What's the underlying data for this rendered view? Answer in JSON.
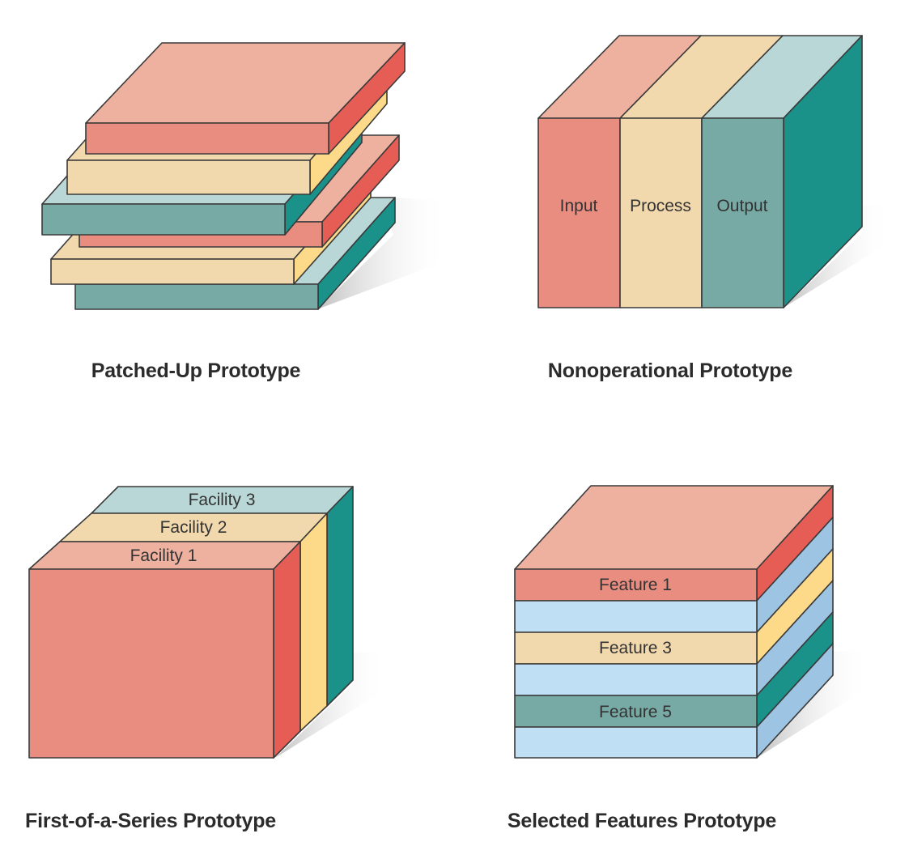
{
  "colors": {
    "coral_front": "#e98d80",
    "coral_top": "#eeb09f",
    "coral_side": "#e55d55",
    "yellow_front": "#f2d9ad",
    "yellow_side": "#fdd98a",
    "teal_front": "#78aaa5",
    "teal_top": "#b8d7d6",
    "teal_side": "#1a9189",
    "blue_front": "#bfdff4",
    "blue_side": "#9dc4e2",
    "shadow": "#d6d6d6",
    "edge": "#3a3a3a"
  },
  "panels": {
    "patched_up": {
      "caption": "Patched-Up Prototype"
    },
    "nonoperational": {
      "caption": "Nonoperational Prototype",
      "segments": [
        "Input",
        "Process",
        "Output"
      ]
    },
    "first_of_series": {
      "caption": "First-of-a-Series Prototype",
      "facilities": [
        "Facility 1",
        "Facility 2",
        "Facility 3"
      ]
    },
    "selected_features": {
      "caption": "Selected Features Prototype",
      "features": [
        "Feature 1",
        "Feature 3",
        "Feature 5"
      ]
    }
  }
}
